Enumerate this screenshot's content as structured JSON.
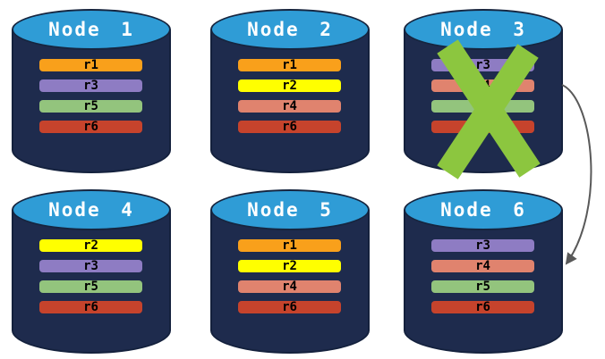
{
  "diagram": {
    "description": "Replica placement across six database nodes; Node 3 has failed and its replicas are redirected to Node 6",
    "colors": {
      "cylinder_body": "#1E2B4D",
      "cylinder_top": "#2F9CD6",
      "node_title_text": "#FFFFFF",
      "replica_label_text": "#000000",
      "failed_x": "#8CC63F",
      "arrow": "#595959"
    },
    "replica_colors": {
      "r1": "#F9A01B",
      "r2": "#FFFF00",
      "r3": "#8E7CC3",
      "r4": "#E0836E",
      "r5": "#93C47D",
      "r6": "#C6432C"
    },
    "nodes": [
      {
        "name": "Node 1",
        "replicas": [
          "r1",
          "r3",
          "r5",
          "r6"
        ],
        "failed": false
      },
      {
        "name": "Node 2",
        "replicas": [
          "r1",
          "r2",
          "r4",
          "r6"
        ],
        "failed": false
      },
      {
        "name": "Node 3",
        "replicas": [
          "r3",
          "r4",
          "r5",
          "r6"
        ],
        "failed": true
      },
      {
        "name": "Node 4",
        "replicas": [
          "r2",
          "r3",
          "r5",
          "r6"
        ],
        "failed": false
      },
      {
        "name": "Node 5",
        "replicas": [
          "r1",
          "r2",
          "r4",
          "r6"
        ],
        "failed": false
      },
      {
        "name": "Node 6",
        "replicas": [
          "r3",
          "r4",
          "r5",
          "r6"
        ],
        "failed": false
      }
    ],
    "arrow": {
      "from": "Node 3",
      "to": "Node 6"
    }
  }
}
